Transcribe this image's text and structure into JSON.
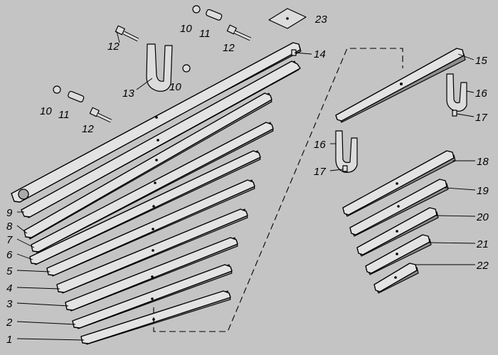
{
  "diagram": {
    "main_leaf_labels": [
      "1",
      "2",
      "3",
      "4",
      "5",
      "6",
      "7",
      "8",
      "9"
    ],
    "aux_leaf_labels": [
      "18",
      "19",
      "20",
      "21",
      "22"
    ],
    "parts": {
      "nut_top": "10",
      "pin_top": "11",
      "bolt_top_left": "12",
      "bolt_top_right": "12",
      "clamp_left": "13",
      "nut_mid": "10",
      "bolt_small": "14",
      "pad": "23",
      "nut_left": "10",
      "pin_left": "11",
      "bolt_left": "12",
      "aux_main_leaf": "15",
      "clamp_right_upper": "16",
      "bolt_right_upper": "17",
      "clamp_right_lower": "16",
      "bolt_right_lower": "17"
    }
  }
}
